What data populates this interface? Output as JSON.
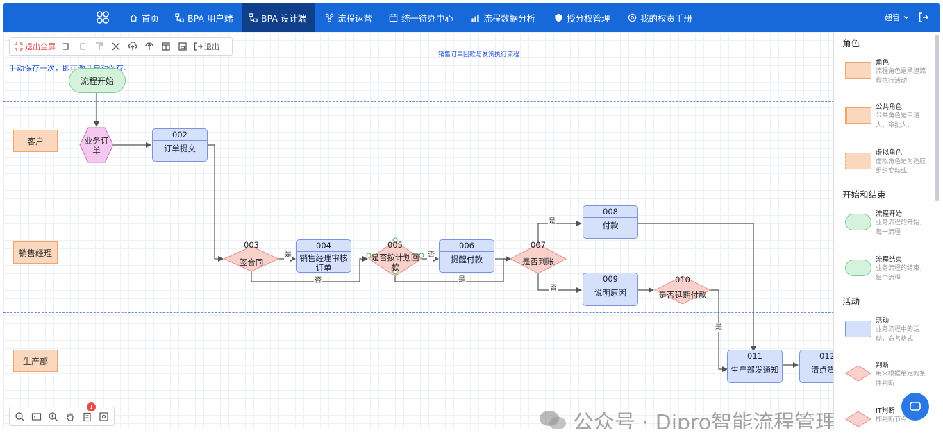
{
  "nav": {
    "items": [
      {
        "label": "首页",
        "icon": "home-icon"
      },
      {
        "label": "BPA 用户端",
        "icon": "flow-icon"
      },
      {
        "label": "BPA 设计端",
        "icon": "flow-icon"
      },
      {
        "label": "流程运营",
        "icon": "ops-icon"
      },
      {
        "label": "统一待办中心",
        "icon": "calendar-icon"
      },
      {
        "label": "流程数据分析",
        "icon": "chart-icon"
      },
      {
        "label": "授分权管理",
        "icon": "shield-icon"
      },
      {
        "label": "我的权责手册",
        "icon": "manual-icon"
      }
    ],
    "active_index": 2,
    "user_label": "超管"
  },
  "toolbar": {
    "exit_fullscreen": "退出全屏",
    "exit": "退出"
  },
  "hint": "手动保存一次，即可激活自动保存。",
  "diagram_title": "销售订单回款与发货执行流程",
  "roles": [
    "客户",
    "销售经理",
    "生产部"
  ],
  "start_node": "流程开始",
  "business_order": "业务订单",
  "processes": [
    {
      "num": "002",
      "name": "订单提交"
    },
    {
      "num": "004",
      "name": "销售经理审核订单"
    },
    {
      "num": "006",
      "name": "提醒付款"
    },
    {
      "num": "008",
      "name": "付款"
    },
    {
      "num": "009",
      "name": "说明原因"
    },
    {
      "num": "011",
      "name": "生产部发通知"
    },
    {
      "num": "012",
      "name": "清点货物"
    }
  ],
  "decisions": [
    {
      "num": "003",
      "name": "签合同"
    },
    {
      "num": "005",
      "name": "是否按计划回款"
    },
    {
      "num": "007",
      "name": "是否到账"
    },
    {
      "num": "010",
      "name": "是否延期付款"
    }
  ],
  "edge_labels": {
    "yes": "是",
    "no": "否"
  },
  "panel": {
    "sections": {
      "roles": "角色",
      "start_end": "开始和结束",
      "activity": "活动"
    },
    "items": [
      {
        "title": "角色",
        "desc": "流程角色是承担流程执行活动"
      },
      {
        "title": "公共角色",
        "desc": "公共角色是申请人、审批人、"
      },
      {
        "title": "虚拟角色",
        "desc": "虚拟角色是为适应组织变动或"
      },
      {
        "title": "流程开始",
        "desc": "业务流程的开始，每一流程"
      },
      {
        "title": "流程结束",
        "desc": "业务流程的结束，每个流程"
      },
      {
        "title": "活动",
        "desc": "业务流程中的活动，命名格式"
      },
      {
        "title": "判断",
        "desc": "用来根据给定的条件判断"
      },
      {
        "title": "IT判断",
        "desc": "即判断节点"
      }
    ]
  },
  "badge_count": "1",
  "watermark": "公众号 · Dipro智能流程管理",
  "colors": {
    "nav_bg": "#1768d9",
    "nav_active": "#0f3f8a",
    "role_fill": "#fbd8bd",
    "process_fill": "#d5e0fb",
    "decision_fill": "#f9d1cc",
    "start_fill": "#d4f2dc",
    "order_fill": "#f5c8f0"
  }
}
